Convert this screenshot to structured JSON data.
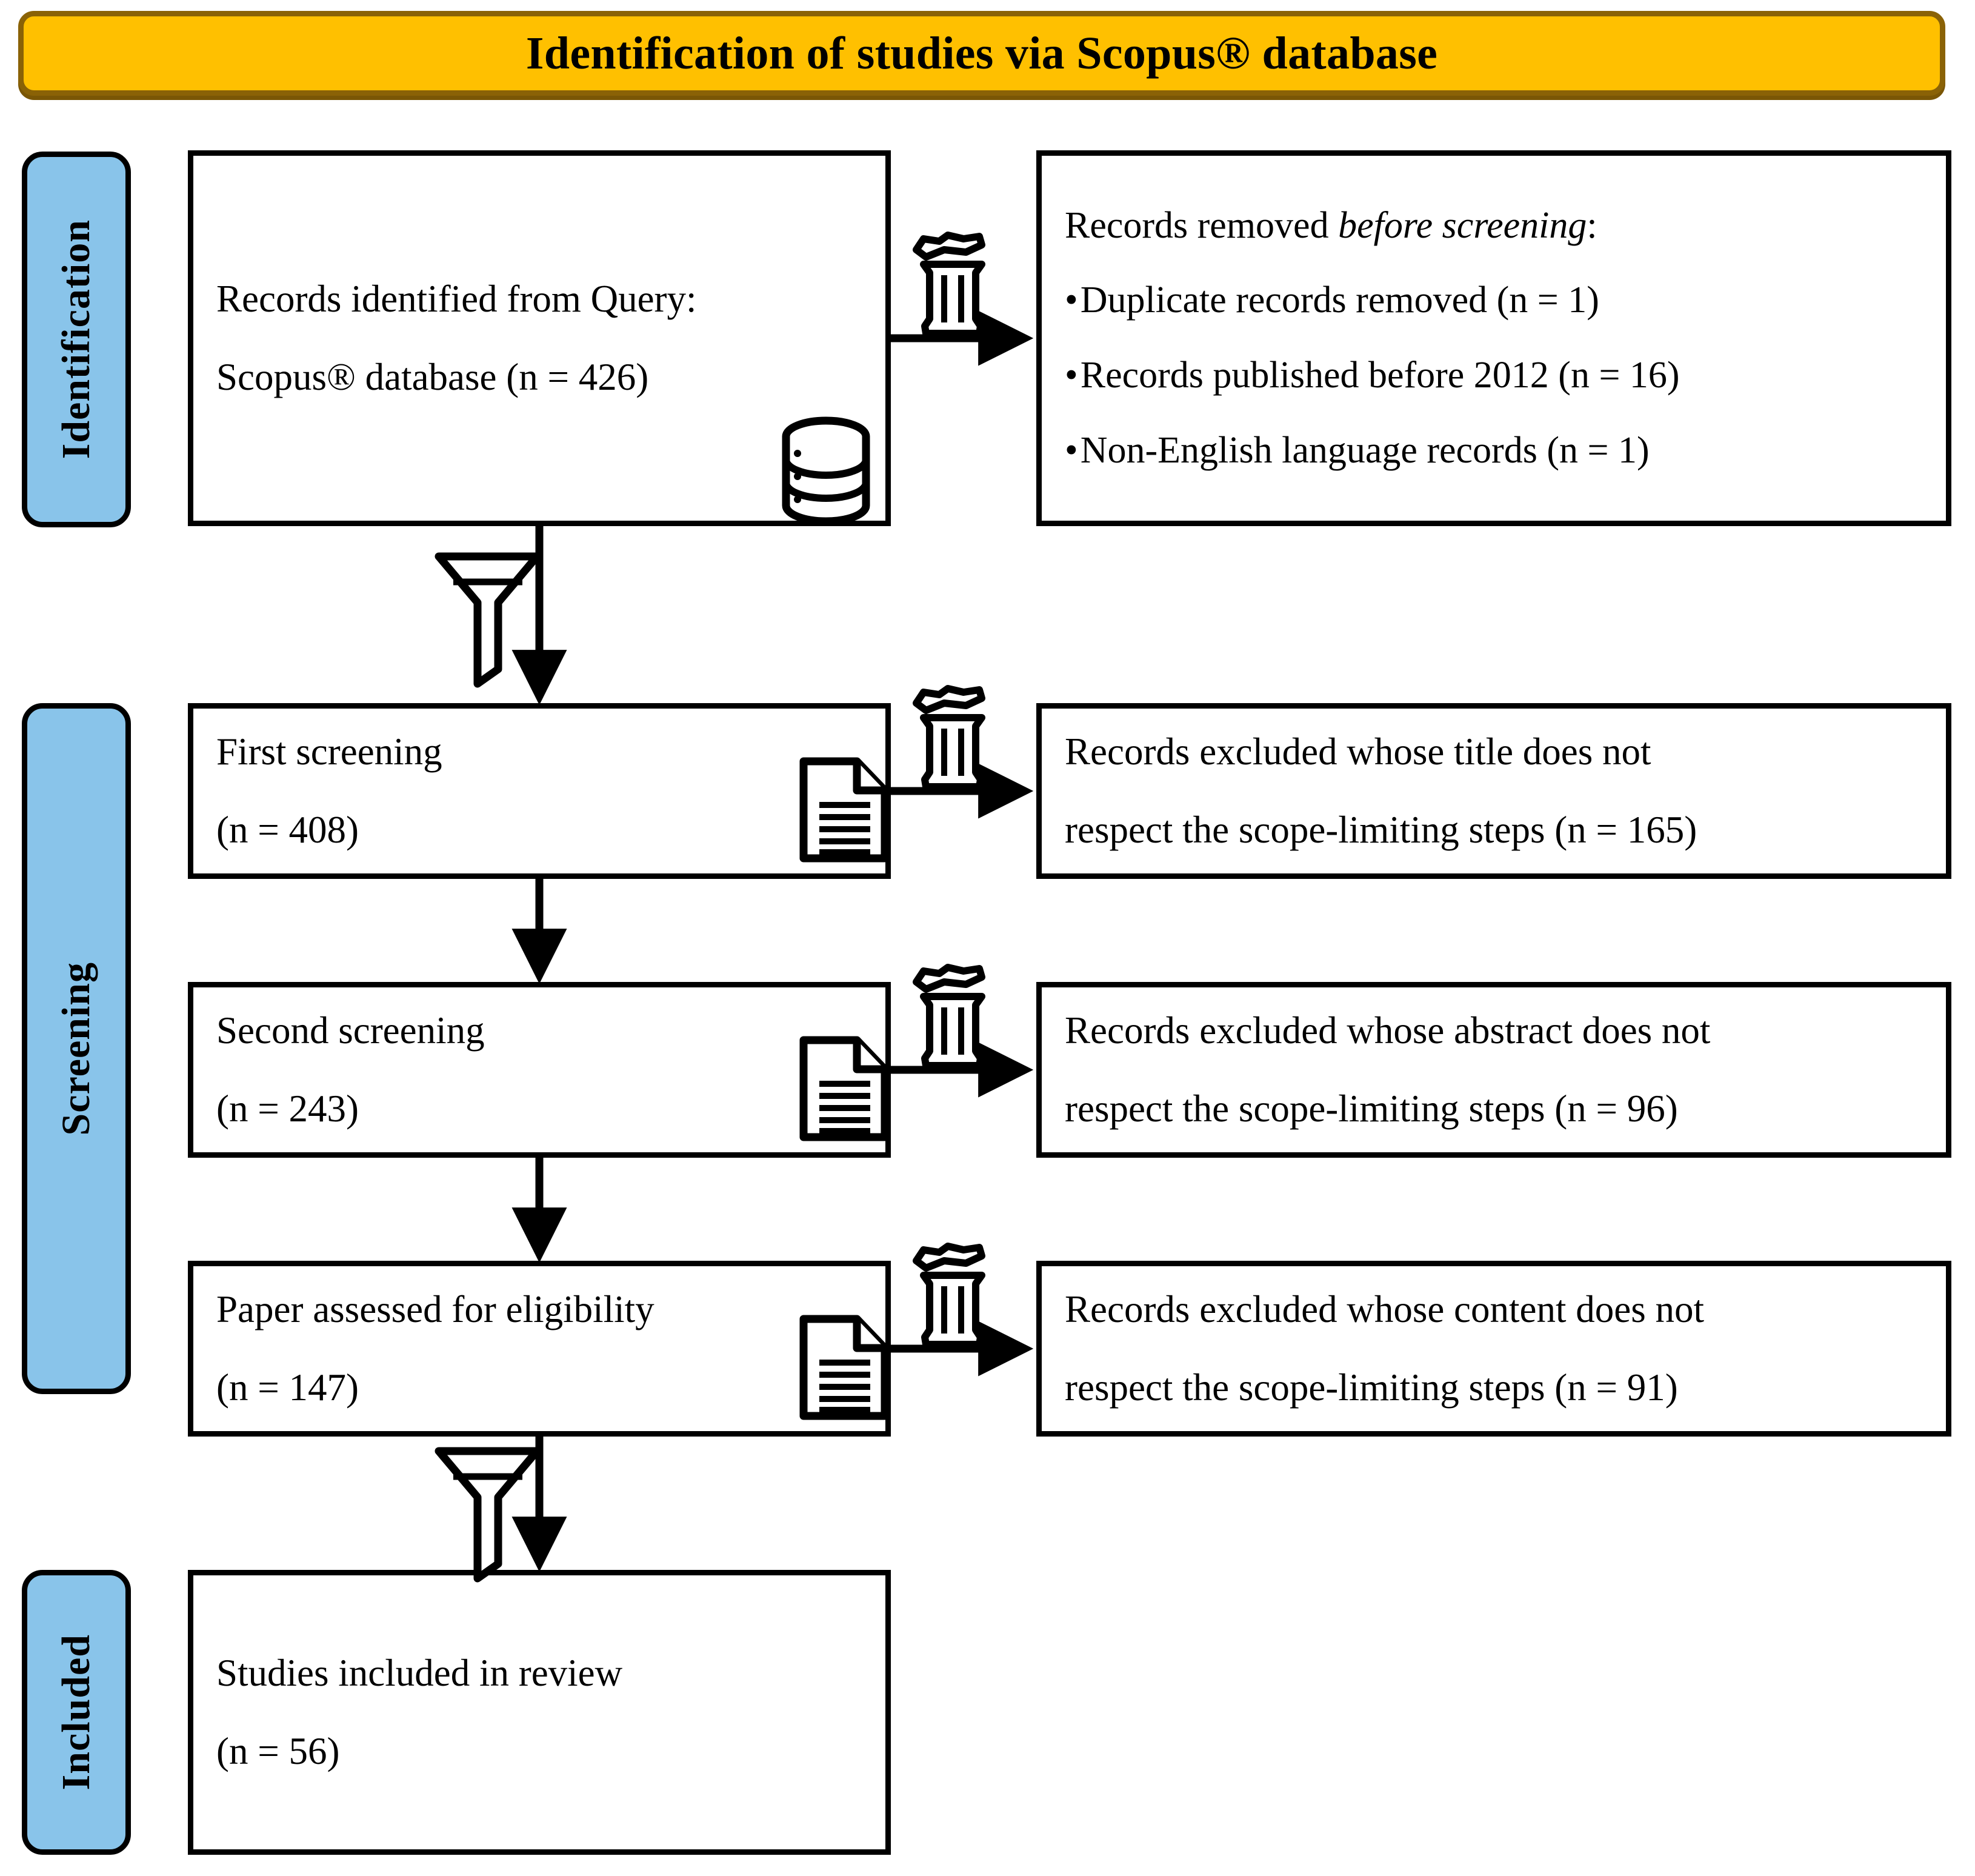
{
  "banner": {
    "title": "Identification of studies via Scopus® database",
    "fill": "#FFC000",
    "border": "#8A6206"
  },
  "stages": [
    {
      "id": "identification",
      "label": "Identification",
      "fill": "#89C4EA"
    },
    {
      "id": "screening",
      "label": "Screening",
      "fill": "#89C4EA"
    },
    {
      "id": "included",
      "label": "Included",
      "fill": "#89C4EA"
    }
  ],
  "flow": {
    "identified": {
      "line1": "Records identified from Query:",
      "line2": "Scopus® database (n = 426)",
      "icon": "database-icon",
      "n": 426
    },
    "removed": {
      "heading_prefix": "Records removed ",
      "heading_italic": "before screening",
      "heading_suffix": ":",
      "bullet_glyph": "•",
      "bullets": [
        {
          "text": "Duplicate records removed (n = 1)",
          "n": 1
        },
        {
          "text": "Records published before 2012 (n = 16)",
          "n": 16
        },
        {
          "text": "Non-English language records (n = 1)",
          "n": 1
        }
      ],
      "icon": "trash-icon"
    },
    "first_screening": {
      "line1": "First screening",
      "line2": "(n = 408)",
      "icon": "document-icon",
      "n": 408
    },
    "excluded_title": {
      "line1": "Records excluded whose title does not",
      "line2": "respect the scope-limiting steps (n = 165)",
      "icon": "trash-icon",
      "n": 165
    },
    "second_screening": {
      "line1": "Second screening",
      "line2": "(n = 243)",
      "icon": "document-icon",
      "n": 243
    },
    "excluded_abstract": {
      "line1": "Records excluded whose abstract does not",
      "line2": "respect the scope-limiting steps (n = 96)",
      "icon": "trash-icon",
      "n": 96
    },
    "eligibility": {
      "line1": "Paper assessed for eligibility",
      "line2": "(n = 147)",
      "icon": "document-icon",
      "n": 147
    },
    "excluded_content": {
      "line1": "Records excluded whose content does not",
      "line2": "respect the scope-limiting steps (n = 91)",
      "icon": "trash-icon",
      "n": 91
    },
    "included": {
      "line1": "Studies included in review",
      "line2": "(n = 56)",
      "n": 56
    }
  },
  "icons": {
    "funnel_top": "funnel-icon",
    "funnel_bottom": "funnel-icon"
  },
  "colors": {
    "stroke": "#000000",
    "background": "#FFFFFF",
    "stage_fill": "#89C4EA",
    "banner_fill": "#FFC000",
    "banner_border": "#8A6206"
  }
}
